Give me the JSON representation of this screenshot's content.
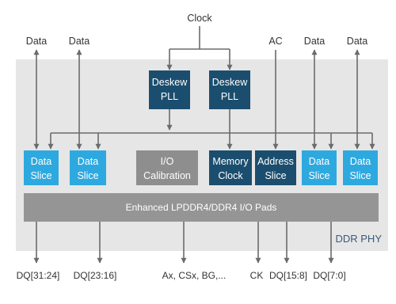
{
  "labels": {
    "clock": "Clock",
    "ac": "AC",
    "data": "Data",
    "phy": "DDR PHY",
    "pads": "Enhanced LPDDR4/DDR4 I/O Pads"
  },
  "blocks": {
    "deskew1": [
      "Deskew",
      "PLL"
    ],
    "deskew2": [
      "Deskew",
      "PLL"
    ],
    "data_slice": [
      "Data",
      "Slice"
    ],
    "io_cal": [
      "I/O",
      "Calibration"
    ],
    "mem_clock": [
      "Memory",
      "Clock"
    ],
    "addr_slice": [
      "Address",
      "Slice"
    ]
  },
  "bottom": {
    "dq31_24": "DQ[31:24]",
    "dq23_16": "DQ[23:16]",
    "addr": "Ax, CSx, BG,...",
    "ck": "CK",
    "dq15_8": "DQ[15:8]",
    "dq7_0": "DQ[7:0]"
  },
  "colors": {
    "data_slice": "#2ea9df",
    "deskew": "#1b4e6e",
    "mem_clock": "#1b4e6e",
    "addr_slice": "#1b4e6e",
    "io_cal": "#8e8e8e",
    "pads": "#959595",
    "phy_bg": "#e6e6e6",
    "line": "#6b6b6b"
  }
}
